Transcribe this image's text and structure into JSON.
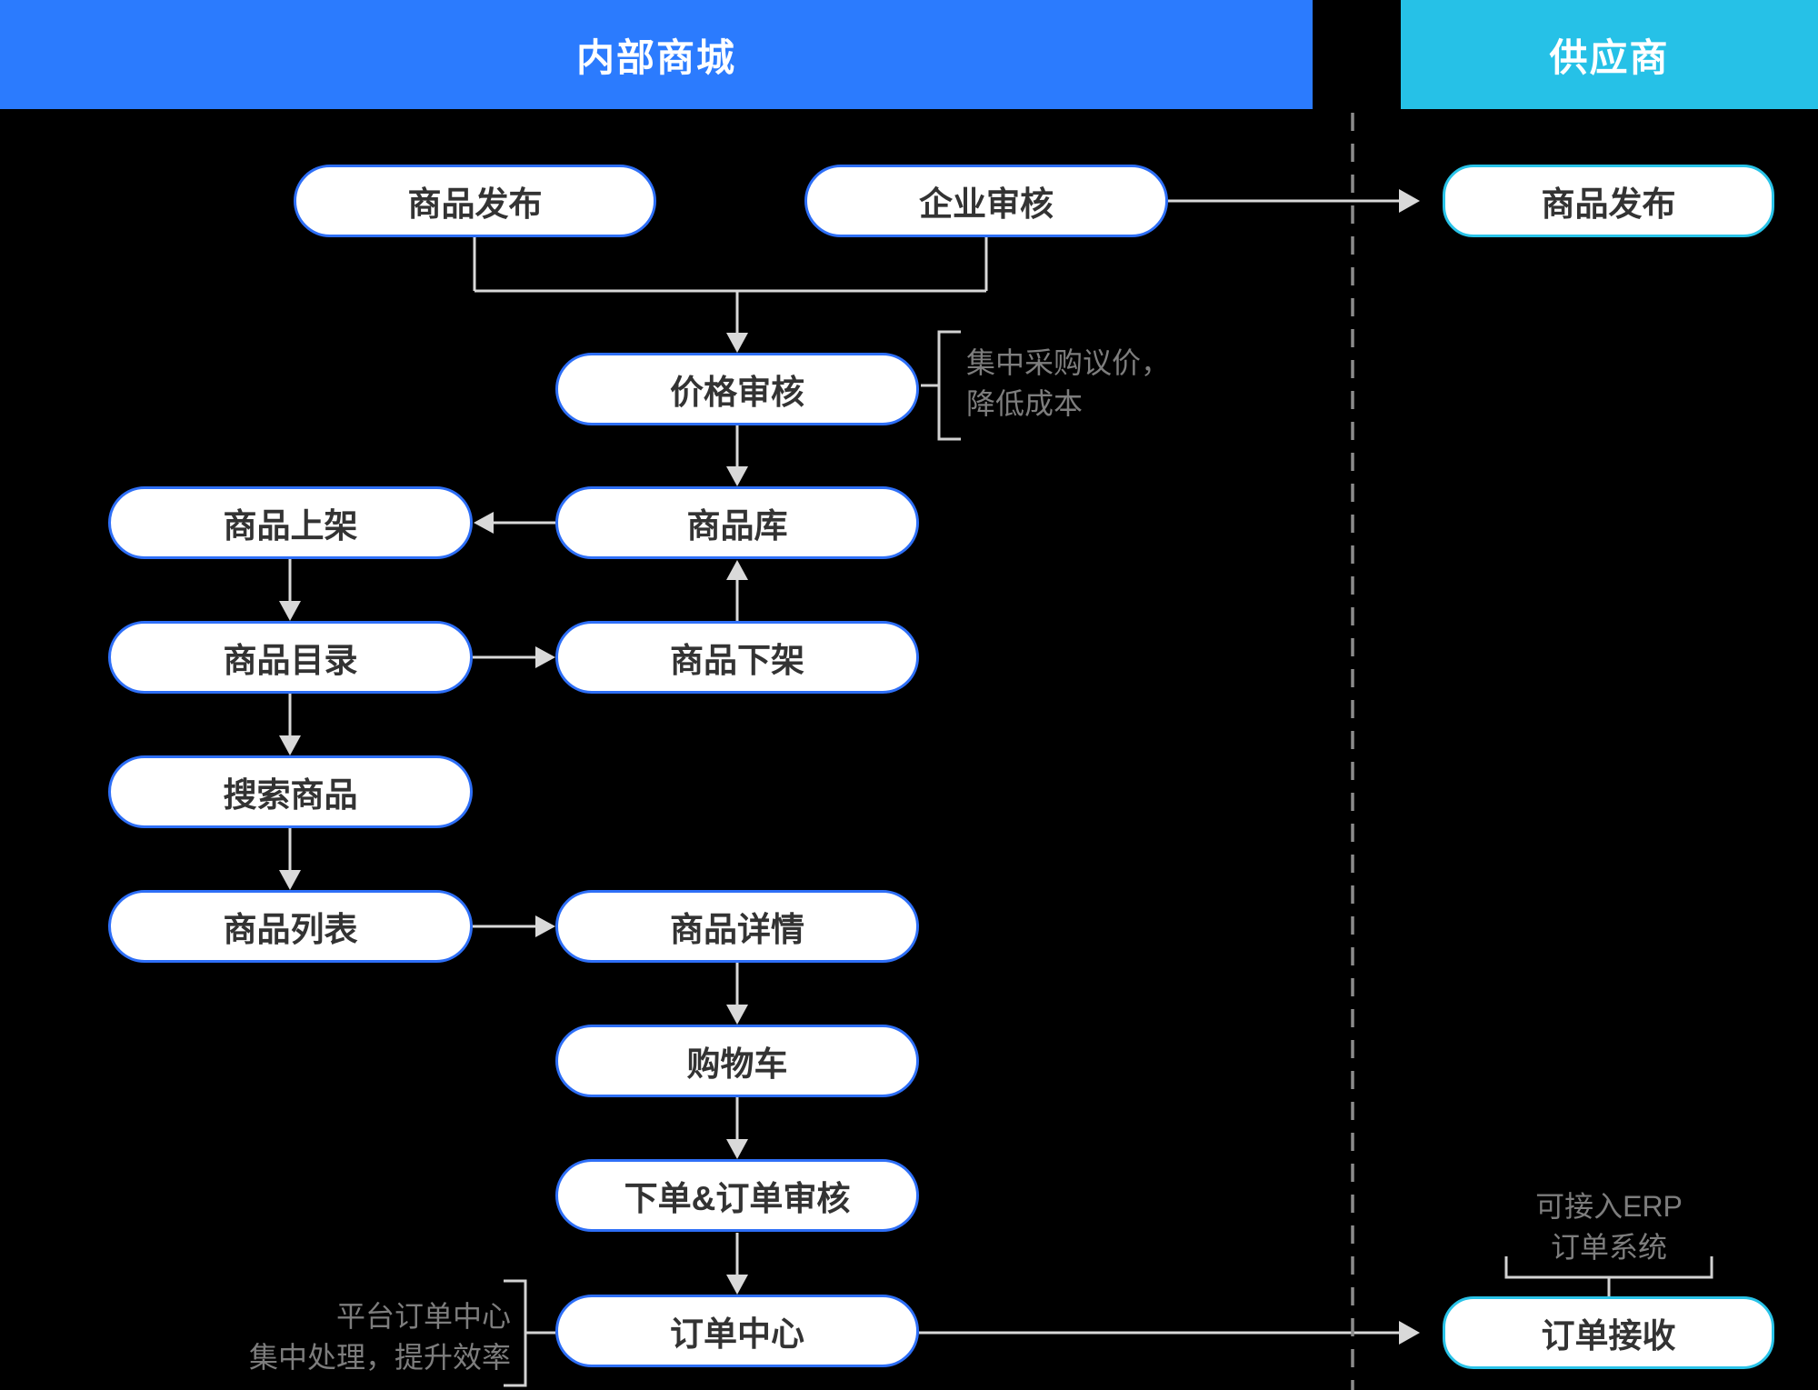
{
  "header": {
    "internal_mall": "内部商城",
    "supplier": "供应商"
  },
  "nodes": {
    "publish_internal": "商品发布",
    "enterprise_review": "企业审核",
    "publish_supplier": "商品发布",
    "price_review": "价格审核",
    "product_on_shelf": "商品上架",
    "product_library": "商品库",
    "product_catalog": "商品目录",
    "product_off_shelf": "商品下架",
    "search_product": "搜索商品",
    "product_list": "商品列表",
    "product_detail": "商品详情",
    "shopping_cart": "购物车",
    "order_and_review": "下单&订单审核",
    "order_center": "订单中心",
    "order_receive": "订单接收"
  },
  "annotations": {
    "price_review_note": {
      "line1": "集中采购议价，",
      "line2": "降低成本"
    },
    "order_center_note": {
      "line1": "平台订单中心",
      "line2": "集中处理，提升效率"
    },
    "order_receive_note": {
      "line1": "可接入ERP",
      "line2": "订单系统"
    }
  },
  "colors": {
    "header_blue": "#2b7bfe",
    "header_cyan": "#26c1e7",
    "node_border_blue": "#2e6ff7",
    "node_border_cyan": "#29c3e8",
    "arrow_gray": "#d9d9d9",
    "separator_gray": "#8c8c8c",
    "bracket_gray": "#d2d2d2",
    "note_gray": "#7d7d7d",
    "node_text": "#333333",
    "bg": "#000000"
  }
}
